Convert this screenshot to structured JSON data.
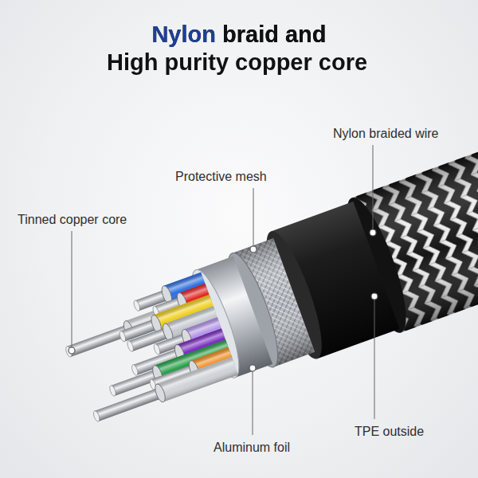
{
  "diagram": {
    "title": "Nylon braid and High purity copper core",
    "labels": [
      "Nylon braided wire",
      "Protective mesh",
      "Tinned copper core",
      "Aluminum foil",
      "TPE outside"
    ]
  }
}
